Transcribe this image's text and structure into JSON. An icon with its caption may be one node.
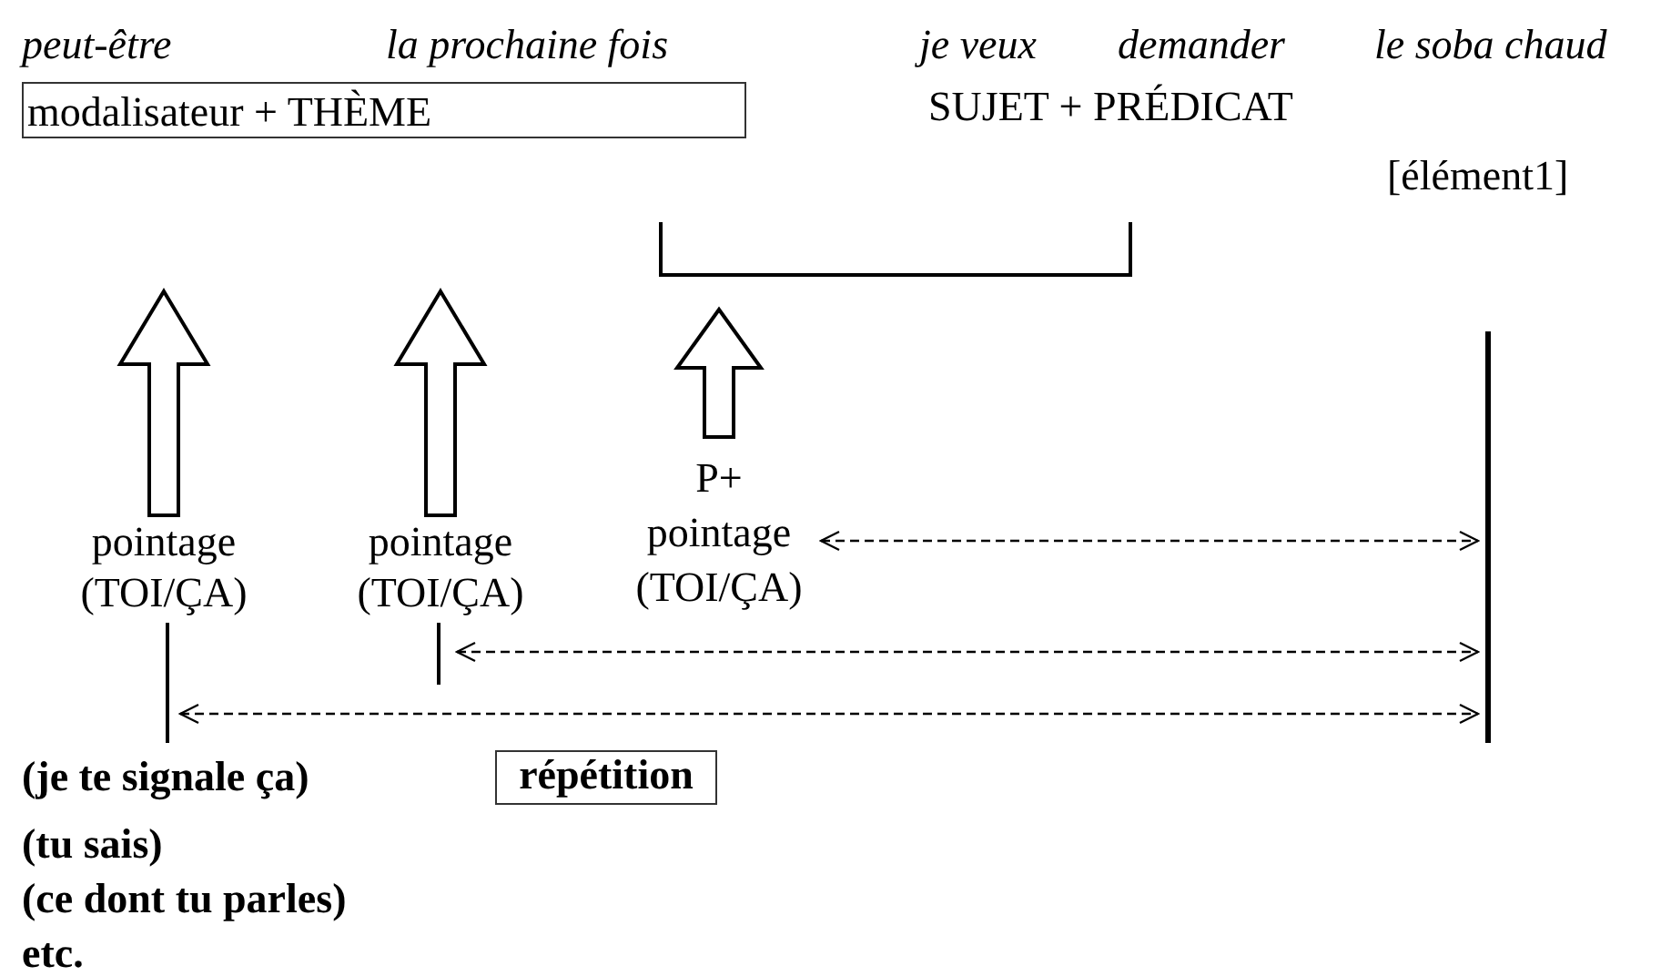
{
  "diagram": {
    "nodes": [
      {
        "text": [
          "modalisateur + THÈME"
        ]
      },
      {
        "text": [],
        "shape": "bar"
      },
      {
        "text": [
          "pointage (TOI/ÇA)"
        ]
      },
      {
        "text": [
          "pointage (TOI/ÇA)"
        ]
      },
      {
        "text": [
          "P+ pointage (TOI/ÇA)"
        ]
      },
      {
        "text": [
          "répétition"
        ]
      }
    ],
    "edges": [
      {
        "from": 2,
        "to": null,
        "arrow": "to"
      },
      {
        "from": 3,
        "to": null,
        "arrow": "to"
      },
      {
        "from": 4,
        "to": null,
        "arrow": "to"
      },
      {
        "from": 4,
        "to": 1,
        "arrow": "both",
        "style": "dashed"
      },
      {
        "from": 3,
        "to": 1,
        "arrow": "both",
        "style": "dashed"
      },
      {
        "from": 2,
        "to": 1,
        "arrow": "both",
        "style": "dashed"
      }
    ],
    "labels": [
      "peut-être",
      "la prochaine fois",
      "je veux",
      "demander",
      "le soba chaud",
      "SUJET + PRÉDICAT",
      "[élément1]",
      "(je te signale ça)",
      "(tu sais)",
      "(ce dont tu parles)",
      "etc."
    ]
  }
}
